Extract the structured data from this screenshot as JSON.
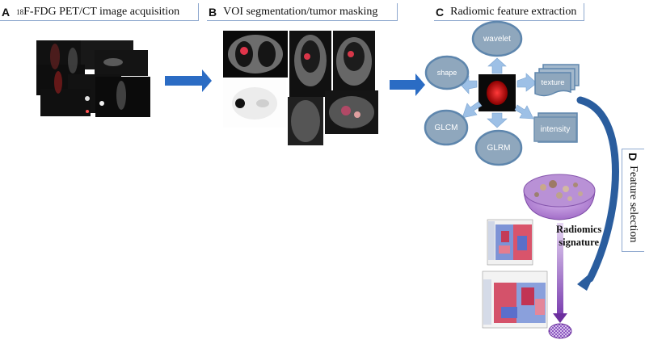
{
  "panels": {
    "a": {
      "letter": "A",
      "sup": "18",
      "title": "F-FDG PET/CT image acquisition"
    },
    "b": {
      "letter": "B",
      "title": "VOI segmentation/tumor masking"
    },
    "c": {
      "letter": "C",
      "title": "Radiomic feature extraction"
    },
    "d": {
      "letter": "D",
      "title": "Feature selection"
    }
  },
  "features": {
    "wavelet": "wavelet",
    "shape": "shape",
    "texture": "texture",
    "glcm": "GLCM",
    "glrm": "GLRM",
    "intensity": "intensity"
  },
  "signature": {
    "line1": "Radiomics",
    "line2": "signature"
  },
  "colors": {
    "arrow_blue": "#2b6cc4",
    "ellipse_fill": "#8fa7bd",
    "ellipse_stroke": "#5e86ad",
    "bowl_purple": "#b98bd6",
    "panel_border": "#8fa9cf"
  }
}
